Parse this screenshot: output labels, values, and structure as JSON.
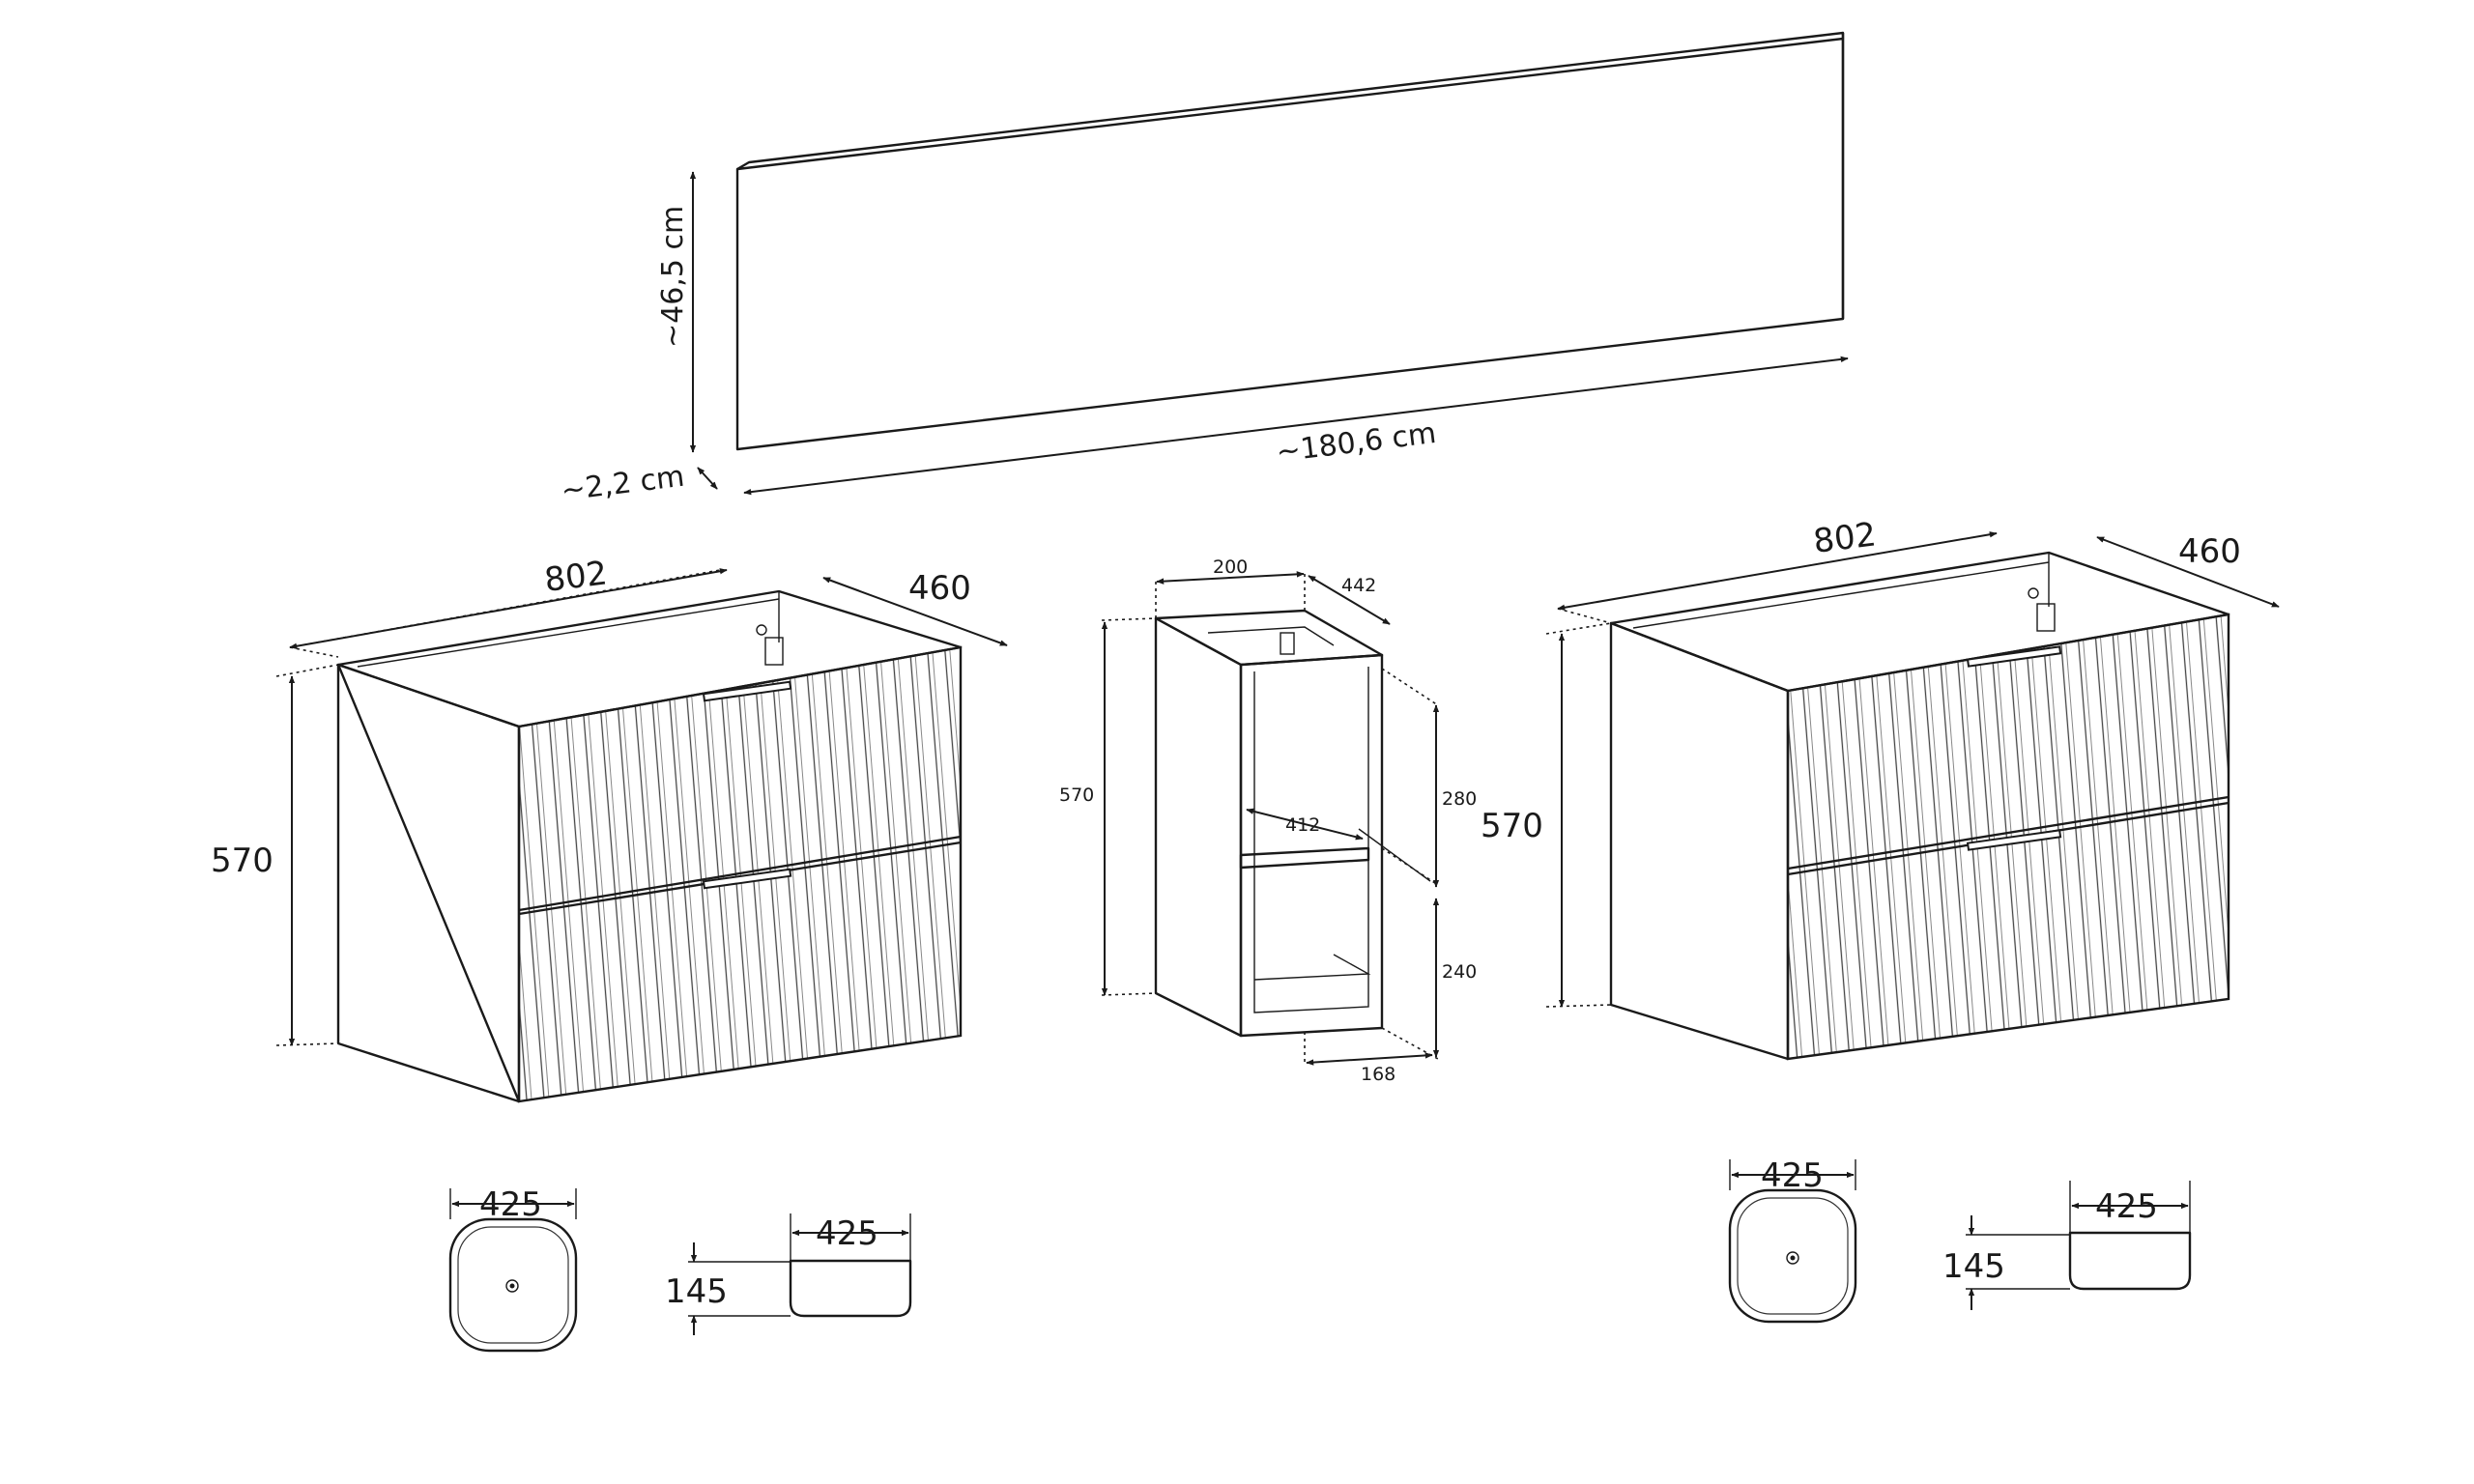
{
  "panel": {
    "height_label": "~46,5 cm",
    "width_label": "~180,6 cm",
    "depth_label": "~2,2 cm"
  },
  "cabinet_left": {
    "width_label": "802",
    "depth_label": "460",
    "height_label": "570"
  },
  "column": {
    "top_width_label": "200",
    "depth_label": "442",
    "height_label": "570",
    "upper_label": "280",
    "inner_label": "412",
    "lower_label": "240",
    "bottom_label": "168"
  },
  "cabinet_right": {
    "width_label": "802",
    "depth_label": "460",
    "height_label": "570"
  },
  "basin_left": {
    "top_width_label": "425",
    "side_width_label": "425",
    "height_label": "145"
  },
  "basin_right": {
    "top_width_label": "425",
    "side_width_label": "425",
    "height_label": "145"
  }
}
